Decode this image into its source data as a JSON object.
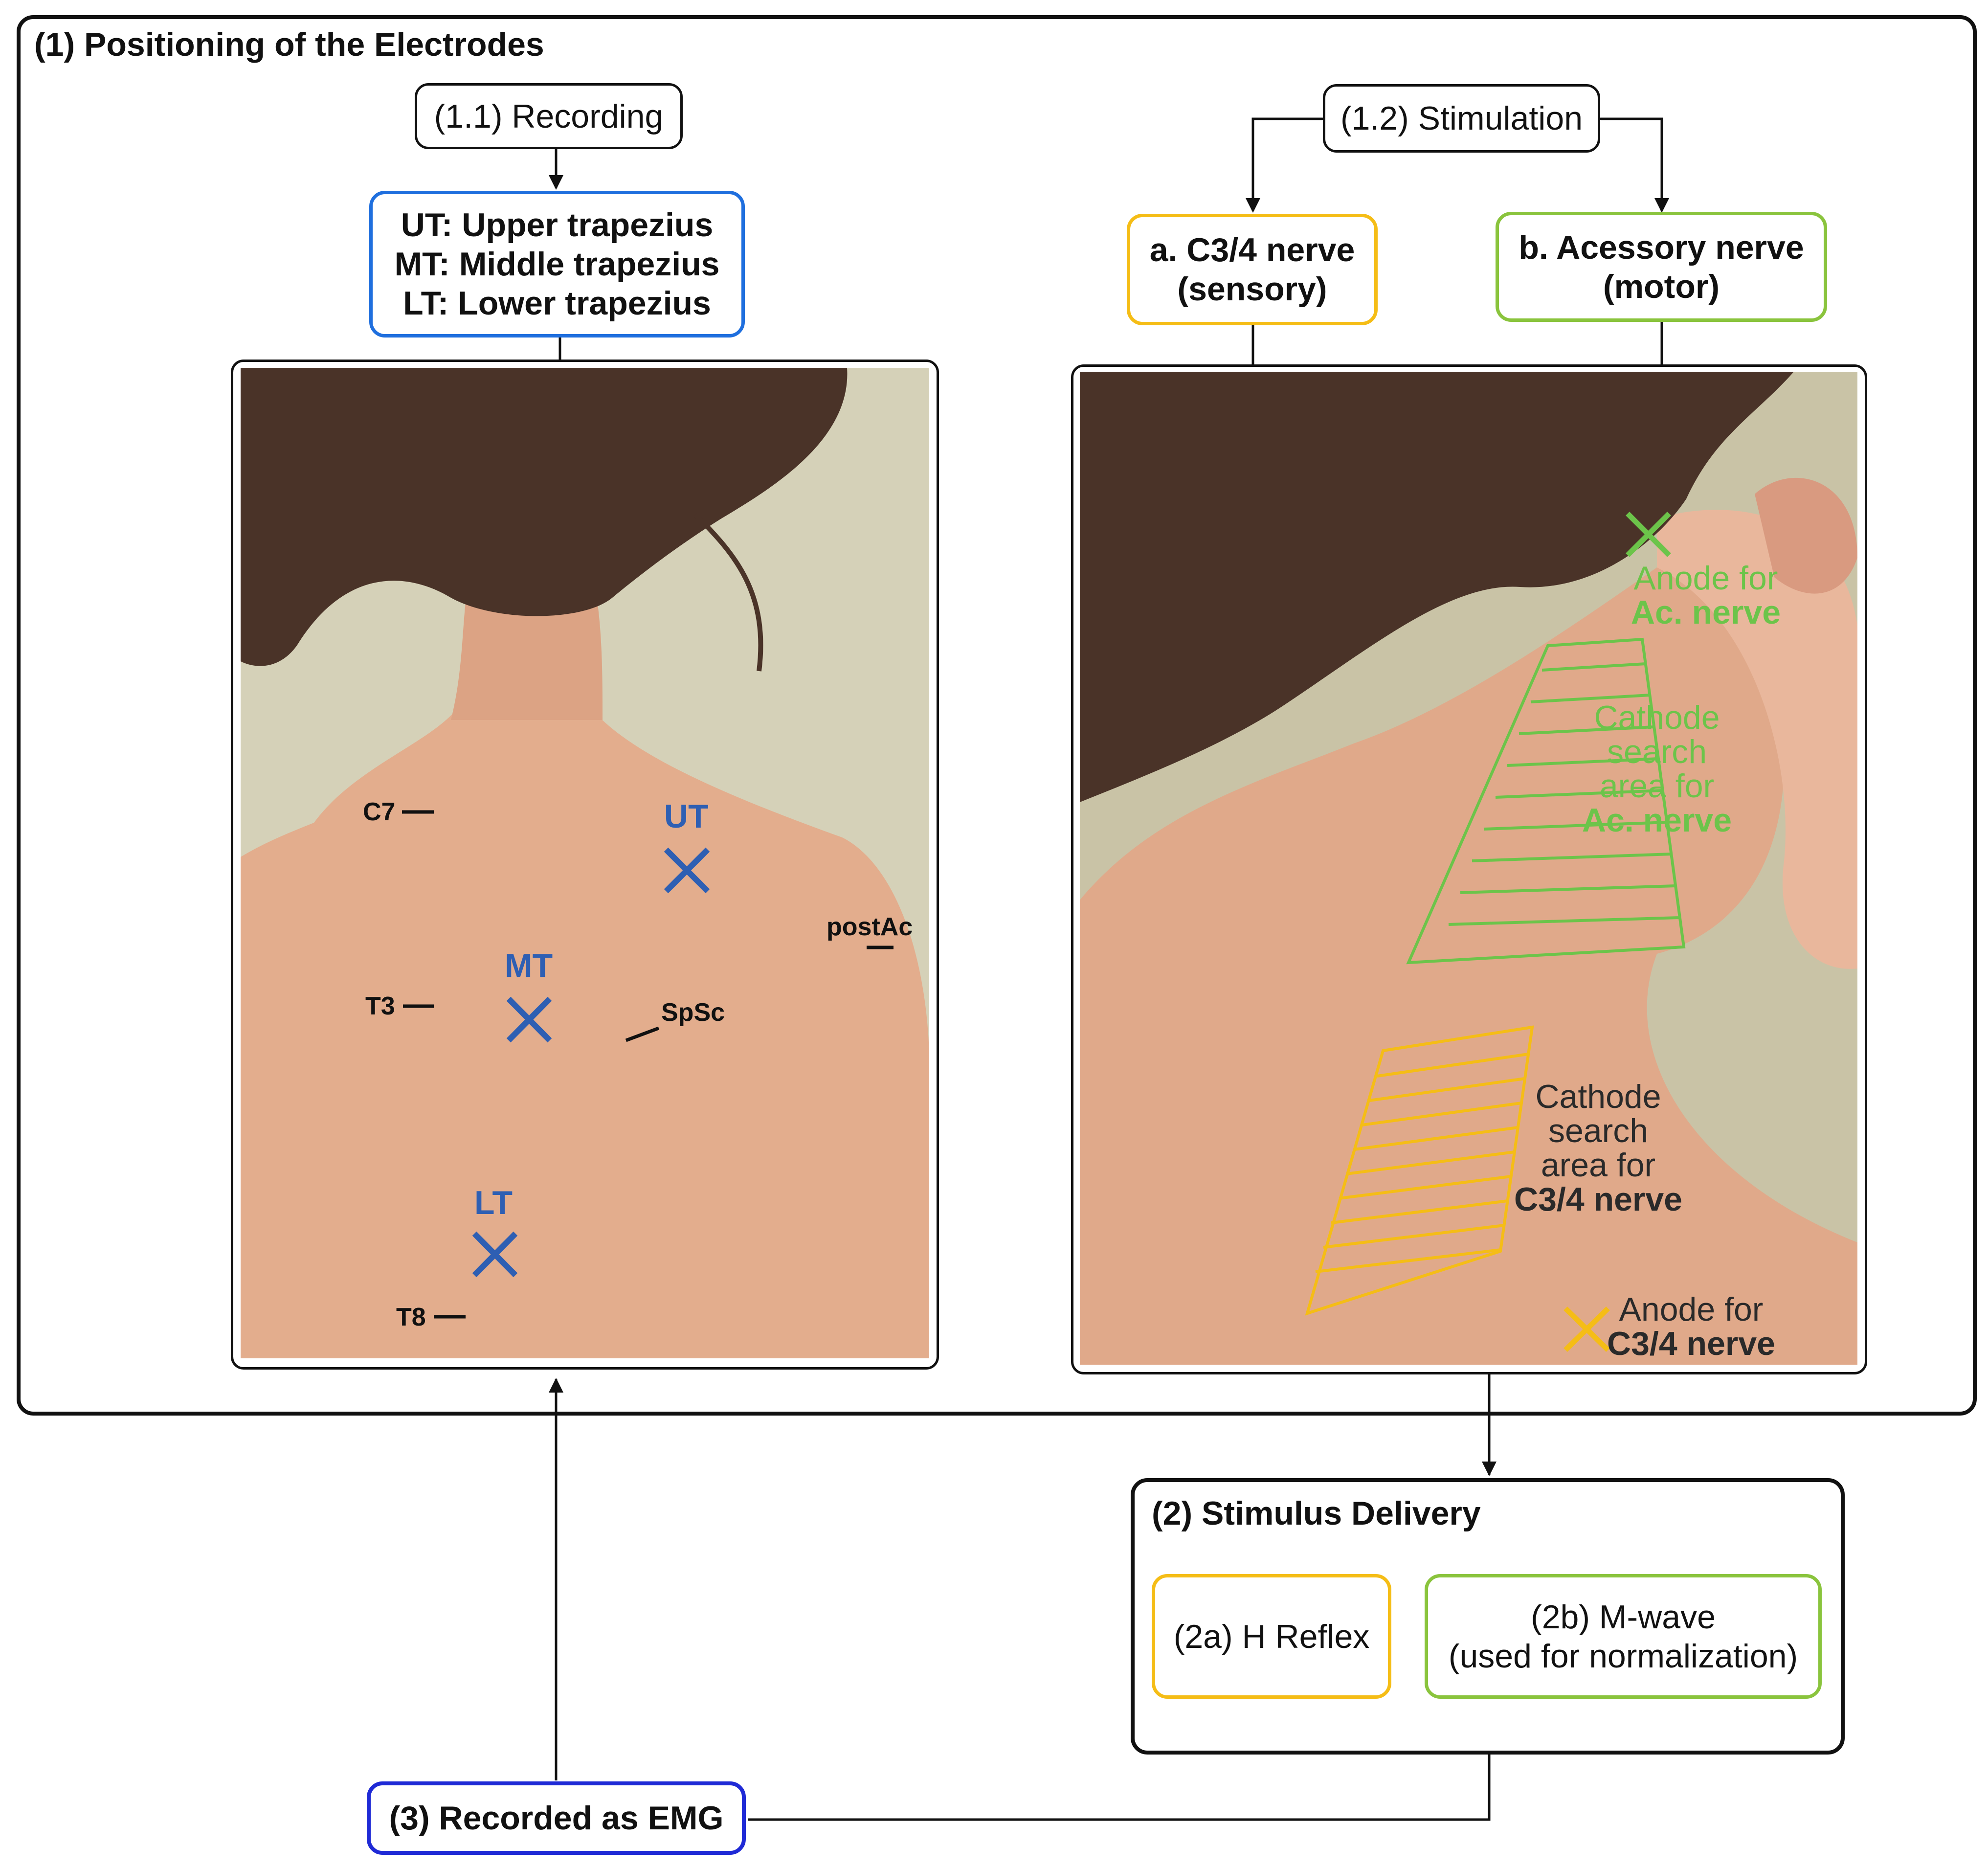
{
  "section1": {
    "title": "(1) Positioning of the Electrodes"
  },
  "recording": {
    "label": "(1.1) Recording",
    "muscles": [
      "UT: Upper trapezius",
      "MT: Middle trapezius",
      "LT: Lower trapezius"
    ]
  },
  "stimulation": {
    "label": "(1.2) Stimulation",
    "nerve_a": {
      "line1": "a. C3/4 nerve",
      "line2": "(sensory)"
    },
    "nerve_b": {
      "line1": "b. Acessory nerve",
      "line2": "(motor)"
    }
  },
  "back_photo": {
    "landmarks": {
      "c7": "C7",
      "t3": "T3",
      "t8": "T8",
      "spsc": "SpSc",
      "postac": "postAc"
    },
    "electrodes": {
      "ut": "UT",
      "mt": "MT",
      "lt": "LT"
    }
  },
  "neck_photo": {
    "anode_ac": {
      "line1": "Anode for",
      "line2": "Ac. nerve"
    },
    "cathode_ac": {
      "line1": "Cathode",
      "line2": "search",
      "line3": "area for",
      "line4": "Ac. nerve"
    },
    "cathode_c34": {
      "line1": "Cathode",
      "line2": "search",
      "line3": "area for",
      "line4": "C3/4 nerve"
    },
    "anode_c34": {
      "line1": "Anode for",
      "line2": "C3/4 nerve"
    }
  },
  "stimulus": {
    "title": "(2) Stimulus Delivery",
    "h_reflex": "(2a) H Reflex",
    "mwave": {
      "line1": "(2b) M-wave",
      "line2": "(used for normalization)"
    }
  },
  "emg": {
    "label": "(3) Recorded as EMG"
  },
  "colors": {
    "blue": "#1f6fde",
    "yellow": "#f5bd16",
    "green": "#8ac43d",
    "emg_blue": "#1f2ad6",
    "skin": "#e8b596",
    "hair": "#4a3328"
  }
}
